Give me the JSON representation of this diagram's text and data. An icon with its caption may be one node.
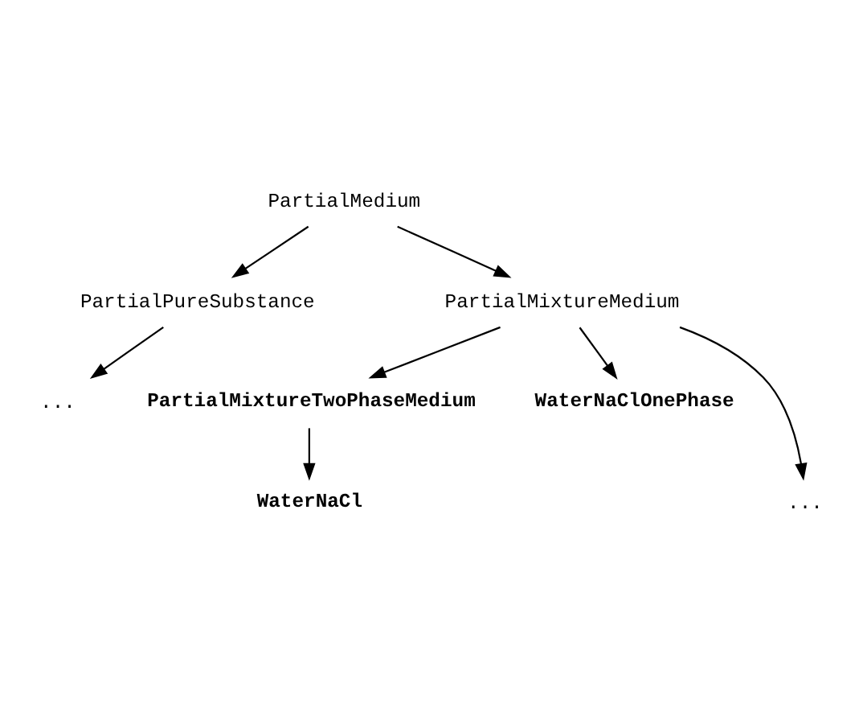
{
  "diagram": {
    "nodes": [
      {
        "text": [
          "PartialMedium"
        ]
      },
      {
        "text": [
          "PartialPureSubstance"
        ]
      },
      {
        "text": [
          "PartialMixtureMedium"
        ]
      },
      {
        "text": [
          "..."
        ]
      },
      {
        "text": [
          "PartialMixtureTwoPhaseMedium"
        ]
      },
      {
        "text": [
          "WaterNaCl"
        ]
      },
      {
        "text": [
          "WaterNaClOnePhase"
        ]
      },
      {
        "text": [
          "..."
        ]
      }
    ],
    "edges": [
      {
        "from": 0,
        "to": 1,
        "arrow": "to"
      },
      {
        "from": 0,
        "to": 2,
        "arrow": "to"
      },
      {
        "from": 1,
        "to": 3,
        "arrow": "to"
      },
      {
        "from": 2,
        "to": 4,
        "arrow": "to"
      },
      {
        "from": 2,
        "to": 6,
        "arrow": "to"
      },
      {
        "from": 2,
        "to": 7,
        "arrow": "to"
      },
      {
        "from": 4,
        "to": 5,
        "arrow": "to"
      }
    ]
  }
}
